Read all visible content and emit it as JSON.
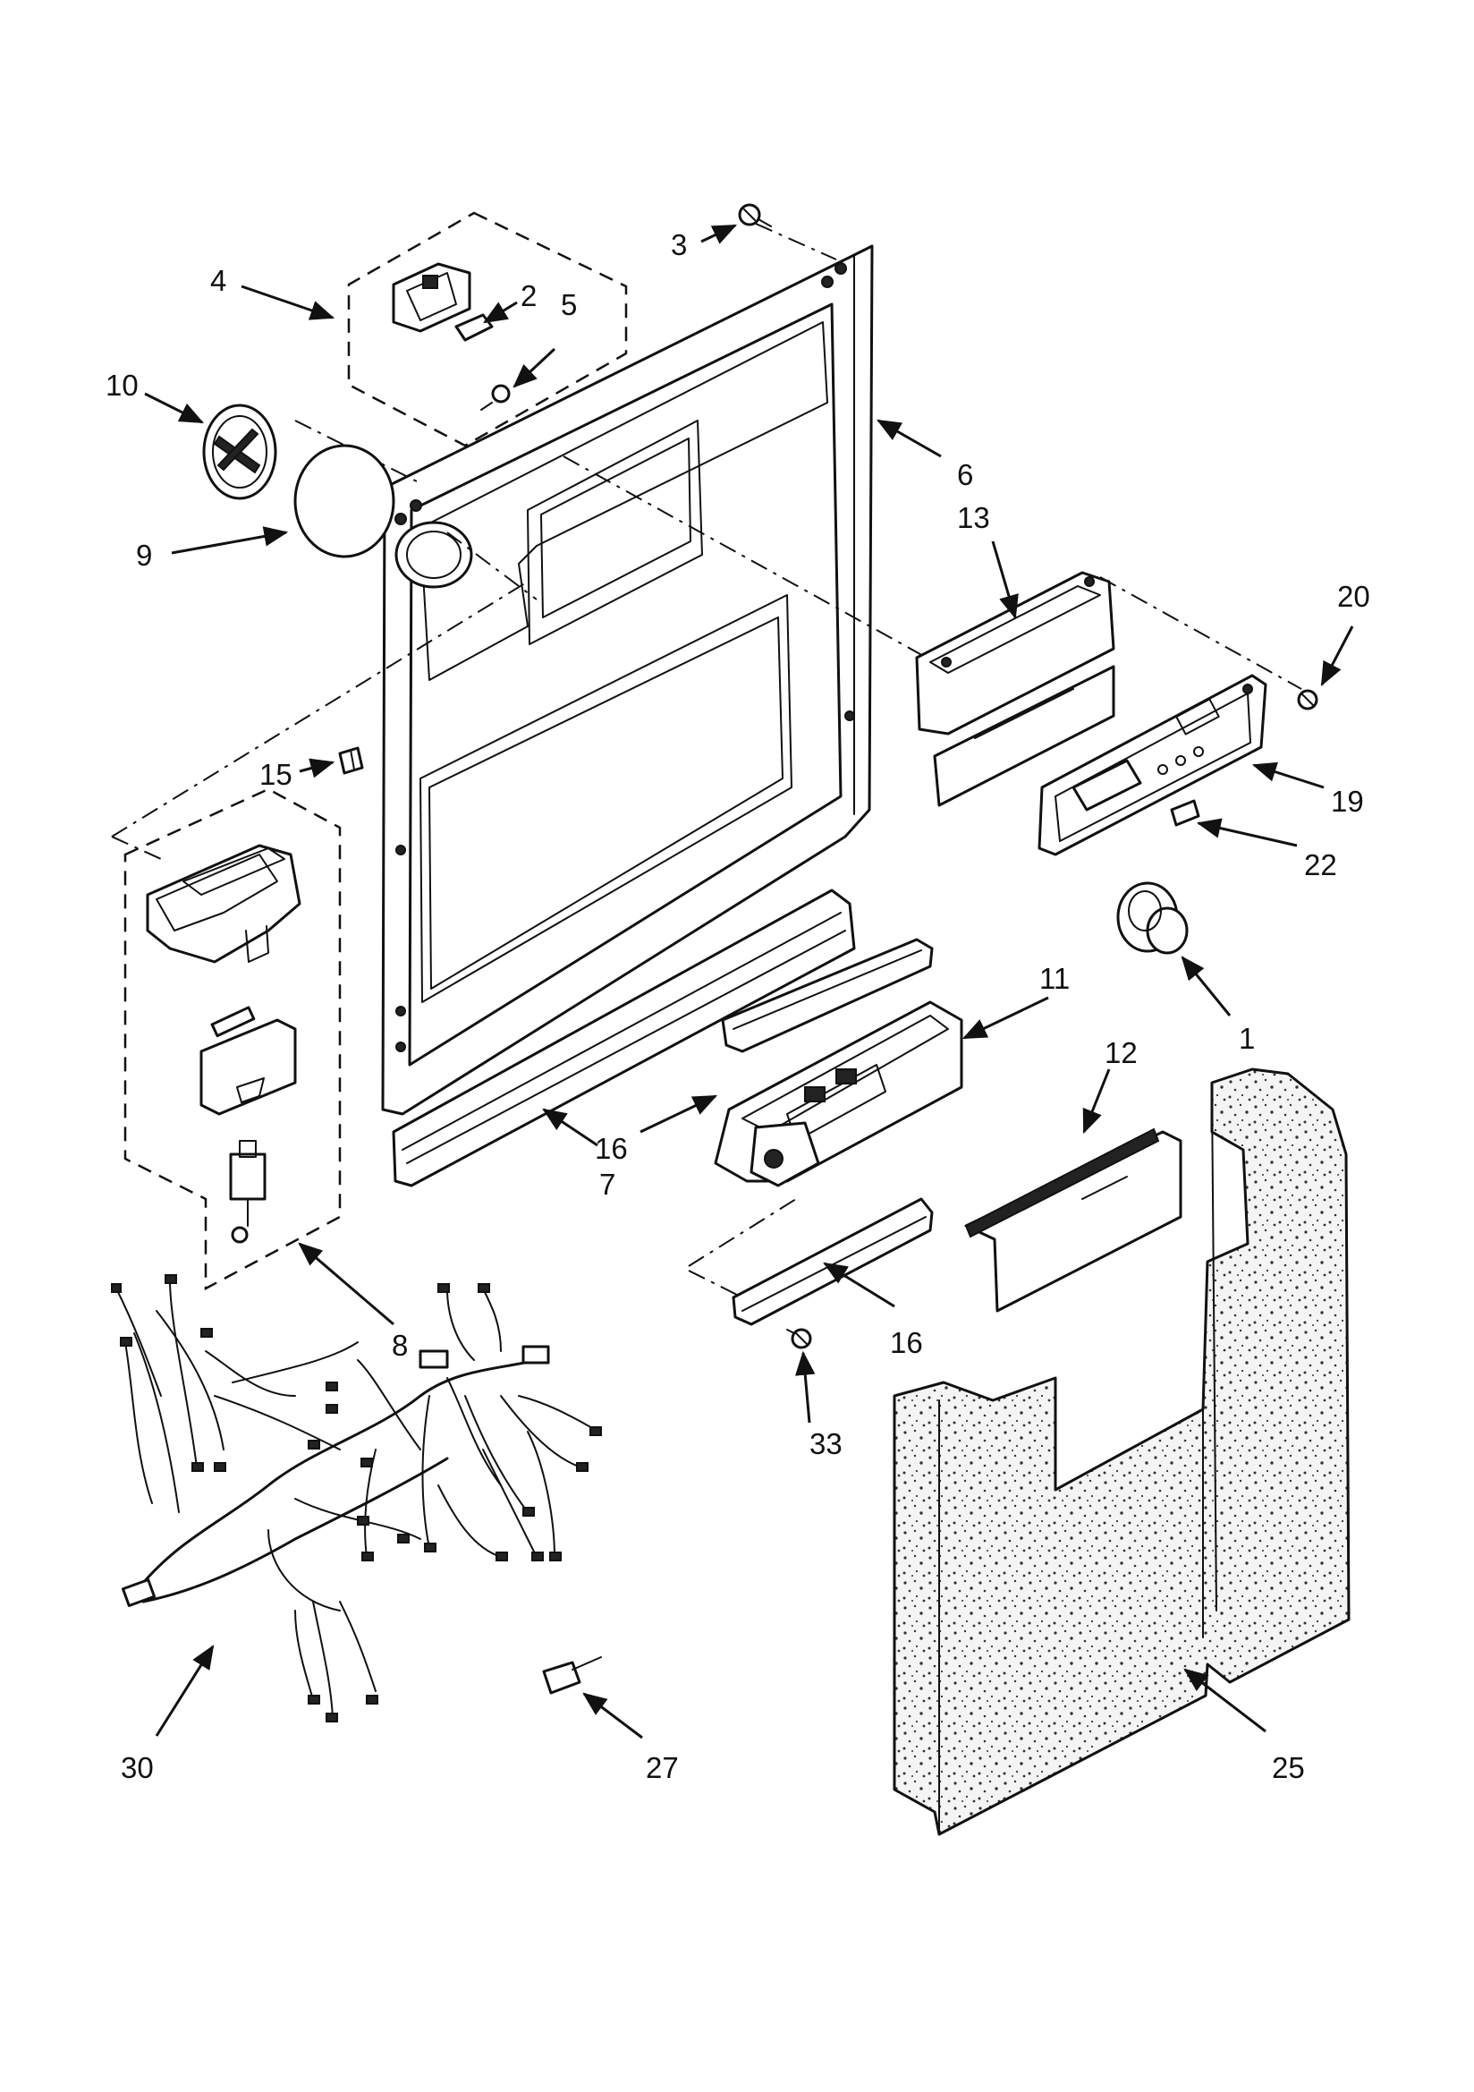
{
  "callouts": [
    {
      "id": "p1",
      "label": "1"
    },
    {
      "id": "p2",
      "label": "2"
    },
    {
      "id": "p3",
      "label": "3"
    },
    {
      "id": "p4",
      "label": "4"
    },
    {
      "id": "p5",
      "label": "5"
    },
    {
      "id": "p6",
      "label": "6"
    },
    {
      "id": "p7",
      "label": "7"
    },
    {
      "id": "p8",
      "label": "8"
    },
    {
      "id": "p9",
      "label": "9"
    },
    {
      "id": "p10",
      "label": "10"
    },
    {
      "id": "p11",
      "label": "11"
    },
    {
      "id": "p12",
      "label": "12"
    },
    {
      "id": "p13",
      "label": "13"
    },
    {
      "id": "p15",
      "label": "15"
    },
    {
      "id": "p16a",
      "label": "16"
    },
    {
      "id": "p16b",
      "label": "16"
    },
    {
      "id": "p19",
      "label": "19"
    },
    {
      "id": "p20",
      "label": "20"
    },
    {
      "id": "p22",
      "label": "22"
    },
    {
      "id": "p25",
      "label": "25"
    },
    {
      "id": "p27",
      "label": "27"
    },
    {
      "id": "p30",
      "label": "30"
    },
    {
      "id": "p33",
      "label": "33"
    }
  ]
}
